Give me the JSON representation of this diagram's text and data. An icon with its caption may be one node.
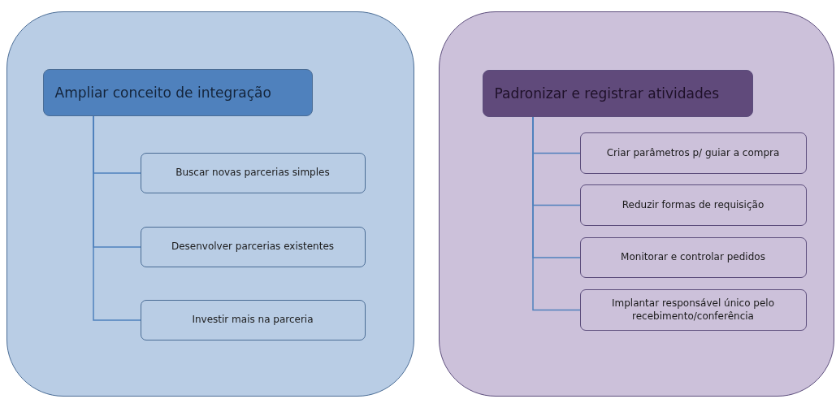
{
  "diagram": {
    "nodes": [
      {
        "text": [],
        "shape": "box"
      },
      {
        "text": [
          "Ampliar conceito de integração"
        ],
        "in": 0
      },
      {
        "text": [
          "Buscar novas parcerias simples"
        ],
        "in": 0
      },
      {
        "text": [
          "Desenvolver parcerias existentes"
        ],
        "in": 0
      },
      {
        "text": [
          "Investir mais na parceria"
        ],
        "in": 0
      },
      {
        "text": [],
        "shape": "box"
      },
      {
        "text": [
          "Padronizar e registrar atividades"
        ],
        "in": 5
      },
      {
        "text": [
          "Criar parâmetros p/ guiar a compra"
        ],
        "in": 5
      },
      {
        "text": [
          "Reduzir formas de requisição"
        ],
        "in": 5
      },
      {
        "text": [
          "Monitorar e controlar pedidos"
        ],
        "in": 5
      },
      {
        "text": [
          "Implantar responsável único pelo recebimento/conferência"
        ],
        "in": 5
      }
    ],
    "edges": [
      {
        "from": 1,
        "to": 2,
        "arrow": "none"
      },
      {
        "from": 1,
        "to": 3,
        "arrow": "none"
      },
      {
        "from": 1,
        "to": 4,
        "arrow": "none"
      },
      {
        "from": 6,
        "to": 7,
        "arrow": "none"
      },
      {
        "from": 6,
        "to": 8,
        "arrow": "none"
      },
      {
        "from": 6,
        "to": 9,
        "arrow": "none"
      },
      {
        "from": 6,
        "to": 10,
        "arrow": "none"
      }
    ]
  }
}
